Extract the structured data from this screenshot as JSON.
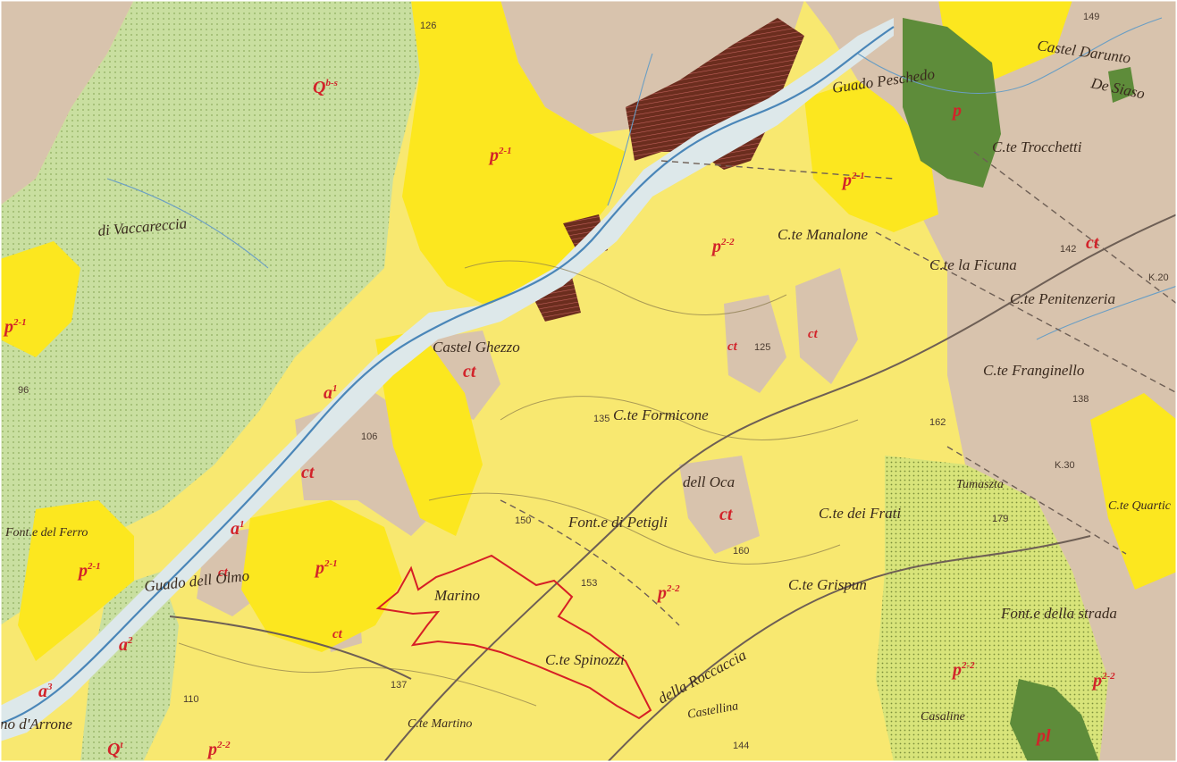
{
  "colors": {
    "Q_terrace": "#c9dfa0",
    "p21": "#fce71f",
    "p22": "#f8e870",
    "ct": "#d8c3ad",
    "alluvium": "#dde8ea",
    "dark_green": "#5e8c3a",
    "hatched": "#6b2d1e",
    "boundary": "#d61f26",
    "river": "#4a86b8",
    "road": "#6e5f55"
  },
  "places": {
    "castel_darunto": "Castel Darunto",
    "de_siaso": "De Siaso",
    "guado_peschedo": "Guado Peschedo",
    "trocchetti": "C.te Trocchetti",
    "di_vaccareccia": "di Vaccareccia",
    "manalone": "C.te Manalone",
    "la_ficuna": "C.te la Ficuna",
    "penitenzeria": "C.te Penitenzeria",
    "castel_ghezzo": "Castel Ghezzo",
    "franginello": "C.te Franginello",
    "formicone": "C.te Formicone",
    "dell_oca": "dell Oca",
    "font_di_petigli": "Font.e di Petigli",
    "c_dei_frati": "C.te dei Frati",
    "grispun": "C.te Grispun",
    "guado_dell_olmo": "Guado dell Olmo",
    "marino": "Marino",
    "c_spinozzi": "C.te Spinozzi",
    "della_roccaccia": "della Roccaccia",
    "castellina": "Castellina",
    "font_della_strada": "Font.e della strada",
    "font_del_ferro": "Font.e del Ferro",
    "arrone": "no d'Arrone",
    "quartic": "C.te Quartic",
    "casaline": "Casaline",
    "martino": "C.te Martino",
    "tumaszta": "Tumaszta"
  },
  "elevations": [
    "149",
    "142",
    "K.20",
    "138",
    "K.30",
    "179",
    "162",
    "125",
    "135",
    "160",
    "150",
    "153",
    "137",
    "144",
    "106",
    "110",
    "96",
    "126"
  ],
  "units": {
    "Q": "Q",
    "p21": "p",
    "p22": "p",
    "ct": "ct",
    "a1": "a",
    "a2": "a",
    "a3": "a",
    "p": "p",
    "pl": "pl",
    "pm": "p"
  },
  "legend_icons": [
    "site-boundary",
    "river",
    "road"
  ]
}
